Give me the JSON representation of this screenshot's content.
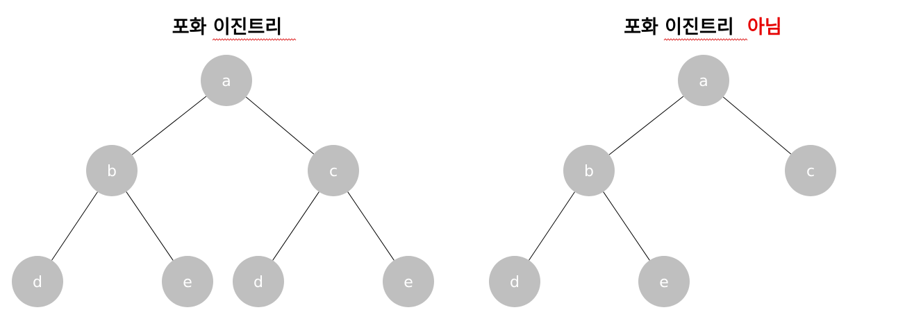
{
  "colors": {
    "node_fill": "#bfbfbf",
    "node_text": "#ffffff",
    "edge": "#000000",
    "title_text": "#000000",
    "title_highlight": "#e60000",
    "spellcheck_underline": "#e03030"
  },
  "left_tree": {
    "title": "포화 이진트리",
    "nodes": [
      "a",
      "b",
      "c",
      "d",
      "e",
      "d",
      "e"
    ],
    "edges": [
      [
        0,
        1
      ],
      [
        0,
        2
      ],
      [
        1,
        3
      ],
      [
        1,
        4
      ],
      [
        2,
        5
      ],
      [
        2,
        6
      ]
    ]
  },
  "right_tree": {
    "title": "포화 이진트리",
    "title_suffix": "아님",
    "nodes": [
      "a",
      "b",
      "c",
      "d",
      "e"
    ],
    "edges": [
      [
        0,
        1
      ],
      [
        0,
        2
      ],
      [
        1,
        3
      ],
      [
        1,
        4
      ]
    ]
  }
}
